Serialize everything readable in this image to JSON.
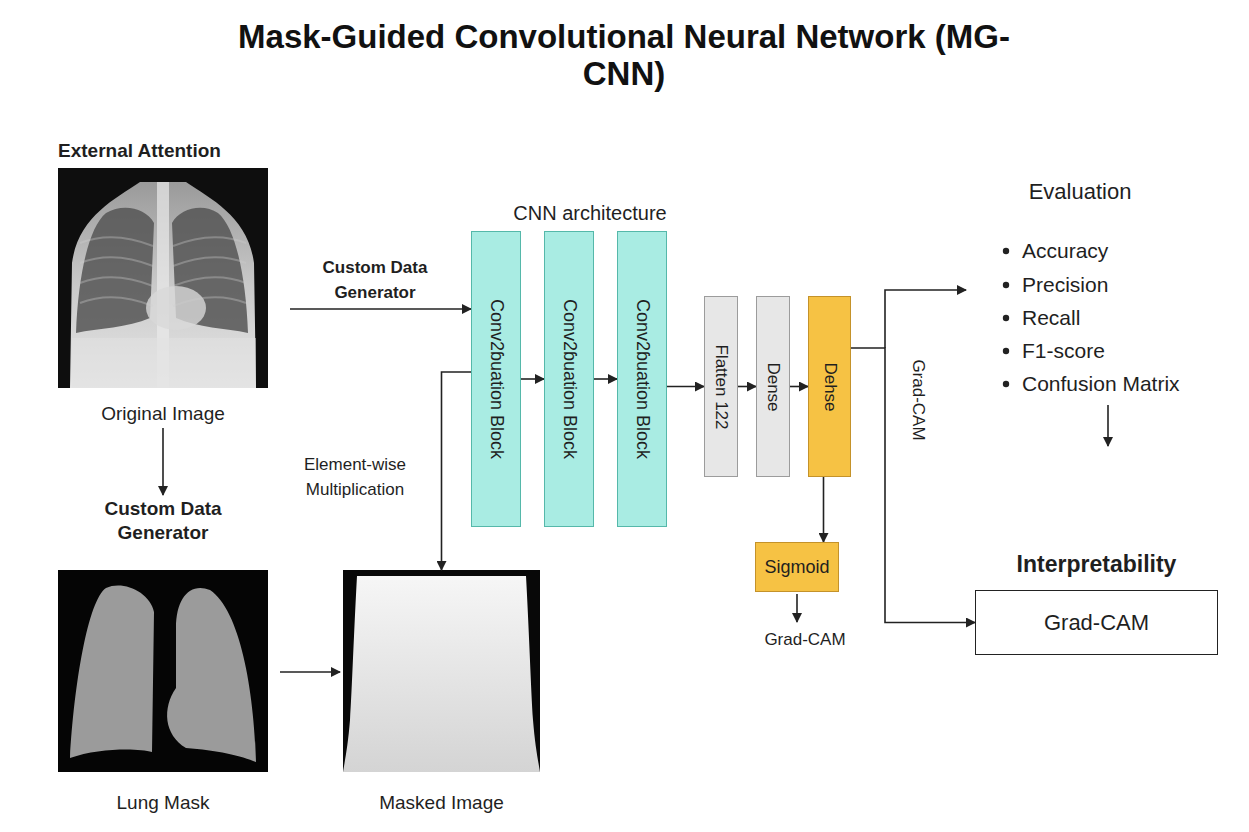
{
  "diagram": {
    "title": "Mask-Guided Convolutional Neural Network (MG-CNN)",
    "nodes": [
      {
        "text": [
          "Original Image"
        ]
      },
      {
        "text": [
          "Custom Data Generator",
          "Lung Mask"
        ]
      },
      {
        "text": [
          "Masked Image"
        ]
      },
      {
        "text": [
          "Conv2ɓuation Block"
        ]
      },
      {
        "text": [
          "Conv2ɓuation Block"
        ]
      },
      {
        "text": [
          "Conv2ɓuation Block"
        ]
      },
      {
        "text": [
          "Flatten 122"
        ]
      },
      {
        "text": [
          "Dense"
        ]
      },
      {
        "text": [
          "Dehse"
        ]
      },
      {
        "text": [
          "Sigmoid"
        ]
      },
      {
        "text": [
          "Grad-CAM"
        ]
      }
    ],
    "edges": [
      {
        "from": 0,
        "to": 1,
        "arrow": "to"
      },
      {
        "from": 1,
        "to": 2,
        "arrow": "to"
      },
      {
        "from": 0,
        "to": 3,
        "arrow": "to",
        "label": "Custom Data Generator"
      },
      {
        "from": 3,
        "to": 2,
        "arrow": "to",
        "label": "Element-wise Multiplication"
      },
      {
        "from": 3,
        "to": 4,
        "arrow": "to"
      },
      {
        "from": 4,
        "to": 5,
        "arrow": "to"
      },
      {
        "from": 5,
        "to": 6,
        "arrow": "to"
      },
      {
        "from": 6,
        "to": 7,
        "arrow": "to"
      },
      {
        "from": 7,
        "to": 8,
        "arrow": "to"
      },
      {
        "from": 8,
        "to": 9,
        "arrow": "to"
      },
      {
        "from": 8,
        "to": 10,
        "arrow": "to",
        "label": "Grad-CAM"
      }
    ],
    "labels": [
      "External Attention",
      "CNN architecture",
      "Evaluation",
      "Accuracy",
      "Precision",
      "Recall",
      "F1-score",
      "Confusion Matrix",
      "Grad-CAM",
      "Interpretability"
    ]
  }
}
